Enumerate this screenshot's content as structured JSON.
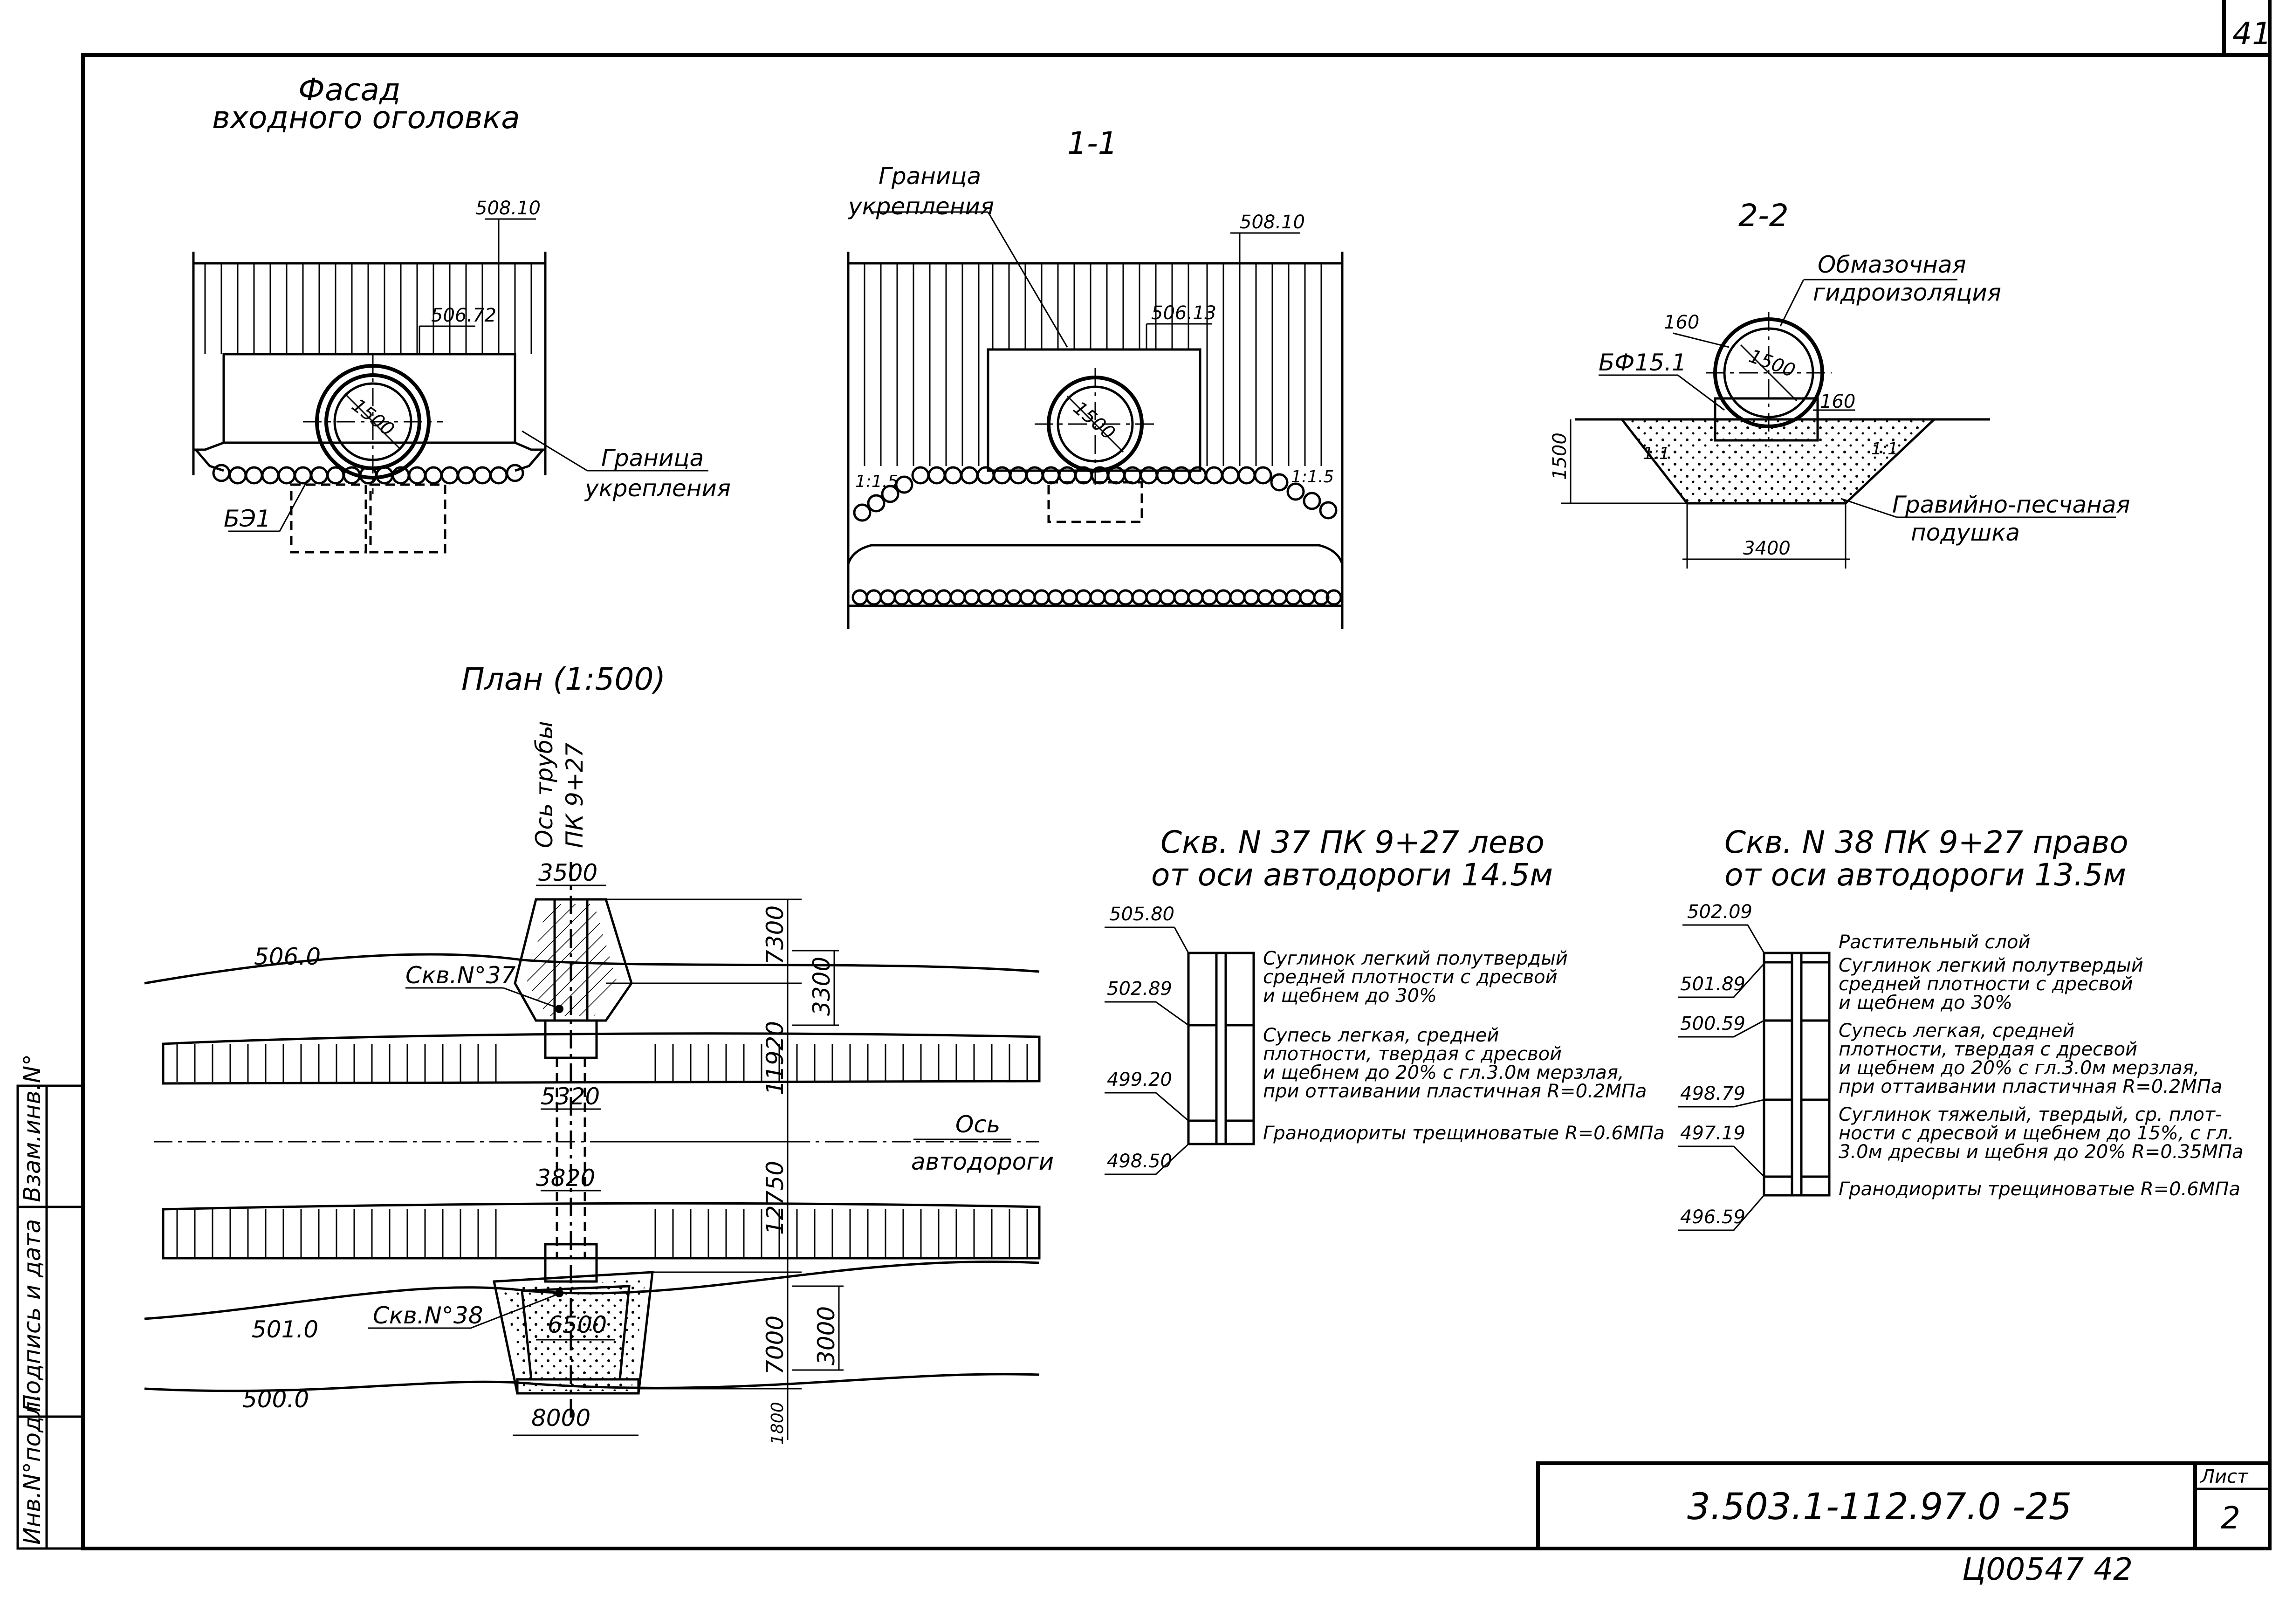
{
  "sheet": {
    "sheet_number_top": "41",
    "document_code": "3.503.1-112.97.0 -25",
    "list_label": "Лист",
    "list_number": "2",
    "archive_number": "Ц00547  42",
    "side_stamp": [
      "Инв.N°подл.",
      "Подпись и дата",
      "Взам.инв.N°"
    ]
  },
  "facade": {
    "title_line1": "Фасад",
    "title_line2": "входного оголовка",
    "elev_top": "508.10",
    "elev_mid": "506.72",
    "diameter": "1500",
    "boundary_line1": "Граница",
    "boundary_line2": "укрепления",
    "block_label": "БЭ1"
  },
  "section_1_1": {
    "title": "1-1",
    "boundary_line1": "Граница",
    "boundary_line2": "укрепления",
    "elev_top": "508.10",
    "elev_mid": "506.13",
    "diameter": "1500",
    "slope_left": "1:1.5",
    "slope_right": "1:1.5"
  },
  "section_2_2": {
    "title": "2-2",
    "label_coating_1": "Обмазочная",
    "label_coating_2": "гидроизоляция",
    "dim_160_top": "160",
    "dim_160_right": "160",
    "diameter": "1500",
    "foundation_block": "БФ15.1",
    "depth": "1500",
    "width": "3400",
    "slope_left": "1:1",
    "slope_right": "1:1",
    "cushion_line1": "Гравийно-песчаная",
    "cushion_line2": "подушка"
  },
  "plan": {
    "title": "План (1:500)",
    "pipe_axis_1": "Ось трубы",
    "pipe_axis_2": "ПК 9+27",
    "road_axis_1": "Ось",
    "road_axis_2": "автодороги",
    "contour_506": "506.0",
    "contour_501": "501.0",
    "contour_500": "500.0",
    "borehole_37": "Скв.N°37",
    "borehole_38": "Скв.N°38",
    "dim_3500": "3500",
    "dim_5320": "5320",
    "dim_3820": "3820",
    "dim_6500": "6500",
    "dim_8000": "8000",
    "dim_7300": "7300",
    "dim_3300": "3300",
    "dim_11920": "11920",
    "dim_12750": "12750",
    "dim_7000": "7000",
    "dim_3000": "3000",
    "dim_1800": "1800"
  },
  "borehole_37": {
    "title_1": "Скв. N 37 ПК 9+27 лево",
    "title_2": "от оси автодороги 14.5м",
    "elevations": [
      "505.80",
      "502.89",
      "499.20",
      "498.50"
    ],
    "layers": [
      [
        "Суглинок легкий полутвердый",
        "средней плотности с дресвой",
        "и щебнем до 30%"
      ],
      [
        "Супесь легкая, средней",
        "плотности, твердая с дресвой",
        "и щебнем до 20% с гл.3.0м мерзлая,",
        "при оттаивании пластичная R=0.2МПа"
      ],
      [
        "Гранодиориты трещиноватые R=0.6МПа"
      ]
    ]
  },
  "borehole_38": {
    "title_1": "Скв. N 38 ПК 9+27 право",
    "title_2": "от оси автодороги 13.5м",
    "elevations": [
      "502.09",
      "501.89",
      "500.59",
      "498.79",
      "497.19",
      "496.59"
    ],
    "layers": [
      [
        "Растительный слой"
      ],
      [
        "Суглинок легкий полутвердый",
        "средней плотности с дресвой",
        "и щебнем до 30%"
      ],
      [
        "Супесь легкая, средней",
        "плотности, твердая с дресвой",
        "и щебнем до 20% с гл.3.0м мерзлая,",
        "при оттаивании пластичная R=0.2МПа"
      ],
      [
        "Суглинок тяжелый, твердый, ср. плот-",
        "ности с дресвой и щебнем до 15%, с гл.",
        "3.0м дресвы и щебня до 20% R=0.35МПа"
      ],
      [
        "Гранодиориты трещиноватые R=0.6МПа"
      ]
    ]
  }
}
